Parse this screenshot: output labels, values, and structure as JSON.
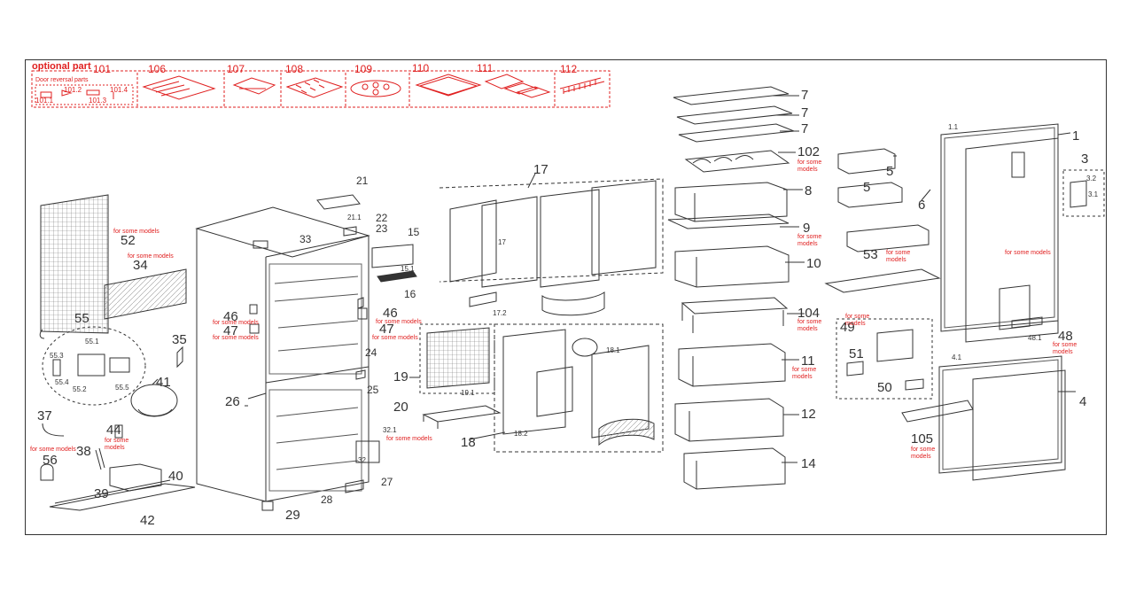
{
  "optional_section": {
    "title": "optional part",
    "door_reversal_label": "Door reversal parts",
    "parts": [
      {
        "id": "101",
        "label": "101"
      },
      {
        "id": "101.1",
        "label": "101.1"
      },
      {
        "id": "101.2",
        "label": "101.2"
      },
      {
        "id": "101.3",
        "label": "101.3"
      },
      {
        "id": "101.4",
        "label": "101.4"
      },
      {
        "id": "106",
        "label": "106"
      },
      {
        "id": "107",
        "label": "107"
      },
      {
        "id": "108",
        "label": "108"
      },
      {
        "id": "109",
        "label": "109"
      },
      {
        "id": "110",
        "label": "110"
      },
      {
        "id": "111",
        "label": "111"
      },
      {
        "id": "112",
        "label": "112"
      }
    ]
  },
  "note_text": "for some models",
  "note_text_wrapped": "for some\nmodels",
  "colors": {
    "accent_red": "#e02020",
    "line": "#333333",
    "hatch": "#888888"
  },
  "labels": {
    "p1": "1",
    "p3": "3",
    "p3_1": "3.1",
    "p3_2": "3.2",
    "p4": "4",
    "p4_1": "4.1",
    "p5a": "5",
    "p5b": "5",
    "p6": "6",
    "p7a": "7",
    "p7b": "7",
    "p7c": "7",
    "p8": "8",
    "p9": "9",
    "p10": "10",
    "p11": "11",
    "p11_1": "1.1",
    "p12": "12",
    "p14": "14",
    "p15": "15",
    "p15_1": "15.1",
    "p16": "16",
    "p17": "17",
    "p17_1": "17",
    "p17_2": "17.2",
    "p18": "18",
    "p18_1": "18.1",
    "p18_2": "18.2",
    "p19": "19",
    "p19_1": "19.1",
    "p20": "20",
    "p21": "21",
    "p21_1": "21.1",
    "p22": "22",
    "p23": "23",
    "p24": "24",
    "p25": "25",
    "p26": "26",
    "p27": "27",
    "p28": "28",
    "p29": "29",
    "p32": "32",
    "p32_1": "32.1",
    "p33": "33",
    "p34": "34",
    "p35": "35",
    "p37": "37",
    "p38": "38",
    "p39": "39",
    "p40": "40",
    "p41": "41",
    "p42": "42",
    "p44": "44",
    "p46a": "46",
    "p46b": "46",
    "p47a": "47",
    "p47b": "47",
    "p48": "48",
    "p48_1": "48.1",
    "p49": "49",
    "p50": "50",
    "p51": "51",
    "p52": "52",
    "p53": "53",
    "p55": "55",
    "p55_1": "55.1",
    "p55_2": "55.2",
    "p55_3": "55.3",
    "p55_4": "55.4",
    "p55_5": "55.5",
    "p56": "56",
    "p102": "102",
    "p104": "104",
    "p105": "105"
  }
}
